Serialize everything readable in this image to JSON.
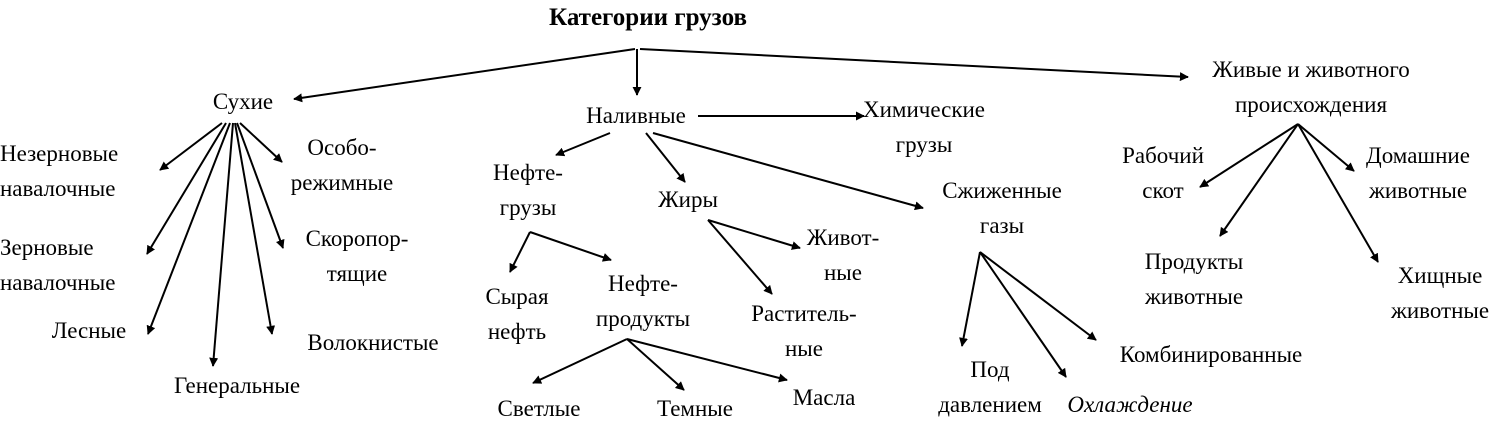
{
  "diagram": {
    "title": "Категории грузов",
    "nodes": {
      "dry": "Сухие",
      "liquid": "Наливные",
      "live": "Живые и животного\nпроисхождения",
      "chemical": "Химические\nгрузы",
      "non_grain_bulk": "Незерновые\nнавалочные",
      "grain_bulk": "Зерновые\nнавалочные",
      "timber": "Лесные",
      "general": "Генеральные",
      "special_mode": "Особо-\nрежимные",
      "perishable": "Скоропор-\nтящие",
      "fibrous": "Волокнистые",
      "oil_cargo": "Нефте-\nгрузы",
      "fats": "Жиры",
      "liquefied_gases": "Сжиженные\nгазы",
      "crude_oil": "Сырая\nнефть",
      "oil_products": "Нефте-\nпродукты",
      "animal_fats": "Живот-\nные",
      "vegetable_fats": "Раститель-\nные",
      "light": "Светлые",
      "dark": "Темные",
      "oils": "Масла",
      "under_pressure": "Под\nдавлением",
      "cooling": "Охлаждение",
      "combined": "Комбинированные",
      "working_cattle": "Рабочий\nскот",
      "domestic_animals": "Домашние\nживотные",
      "animal_products": "Продукты\nживотные",
      "predators": "Хищные\nживотные"
    },
    "edges": [
      [
        "title",
        "dry"
      ],
      [
        "title",
        "liquid"
      ],
      [
        "title",
        "live"
      ],
      [
        "dry",
        "non_grain_bulk"
      ],
      [
        "dry",
        "grain_bulk"
      ],
      [
        "dry",
        "timber"
      ],
      [
        "dry",
        "general"
      ],
      [
        "dry",
        "fibrous"
      ],
      [
        "dry",
        "perishable"
      ],
      [
        "dry",
        "special_mode"
      ],
      [
        "liquid",
        "chemical"
      ],
      [
        "liquid",
        "oil_cargo"
      ],
      [
        "liquid",
        "fats"
      ],
      [
        "liquid",
        "liquefied_gases"
      ],
      [
        "oil_cargo",
        "crude_oil"
      ],
      [
        "oil_cargo",
        "oil_products"
      ],
      [
        "fats",
        "animal_fats"
      ],
      [
        "fats",
        "vegetable_fats"
      ],
      [
        "oil_products",
        "light"
      ],
      [
        "oil_products",
        "dark"
      ],
      [
        "oil_products",
        "oils"
      ],
      [
        "liquefied_gases",
        "under_pressure"
      ],
      [
        "liquefied_gases",
        "cooling"
      ],
      [
        "liquefied_gases",
        "combined"
      ],
      [
        "live",
        "working_cattle"
      ],
      [
        "live",
        "domestic_animals"
      ],
      [
        "live",
        "animal_products"
      ],
      [
        "live",
        "predators"
      ]
    ]
  }
}
